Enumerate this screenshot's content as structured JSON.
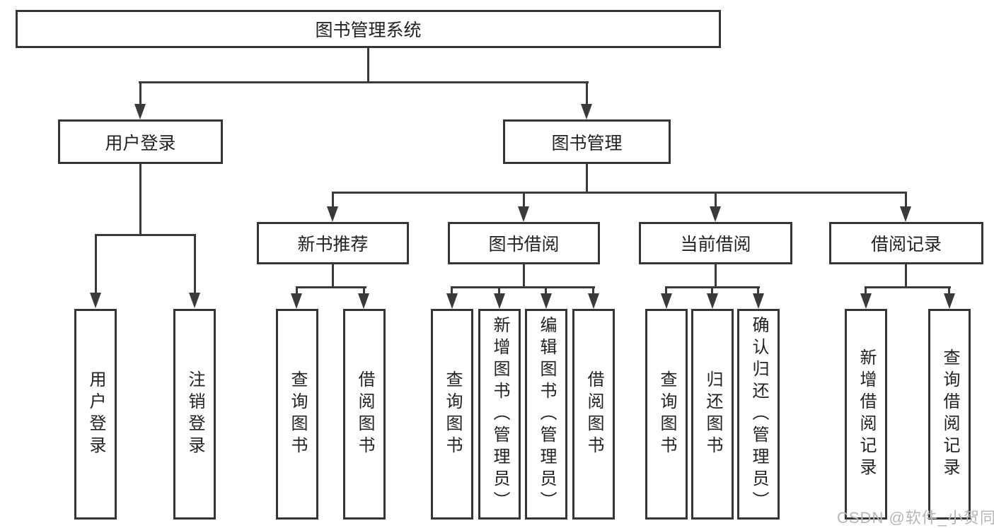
{
  "diagram_type": "hierarchy-tree",
  "tree": {
    "label": "图书管理系统",
    "children": [
      {
        "label": "用户登录",
        "children": [
          {
            "label": "用户登录"
          },
          {
            "label": "注销登录"
          }
        ]
      },
      {
        "label": "图书管理",
        "children": [
          {
            "label": "新书推荐",
            "children": [
              {
                "label": "查询图书"
              },
              {
                "label": "借阅图书"
              }
            ]
          },
          {
            "label": "图书借阅",
            "children": [
              {
                "label": "查询图书"
              },
              {
                "label": "新增图书（管理员）"
              },
              {
                "label": "编辑图书（管理员）"
              },
              {
                "label": "借阅图书"
              }
            ]
          },
          {
            "label": "当前借阅",
            "children": [
              {
                "label": "查询图书"
              },
              {
                "label": "归还图书"
              },
              {
                "label": "确认归还（管理员）"
              }
            ]
          },
          {
            "label": "借阅记录",
            "children": [
              {
                "label": "新增借阅记录"
              },
              {
                "label": "查询借阅记录"
              }
            ]
          }
        ]
      }
    ]
  },
  "watermark": "CSDN @软件_小贺同学",
  "colors": {
    "line": "#3a3a3a",
    "box_border": "#363636",
    "text": "#222222",
    "box_background": "#ffffff",
    "page_background": "#ffffff",
    "watermark": "#b6b6b6"
  }
}
